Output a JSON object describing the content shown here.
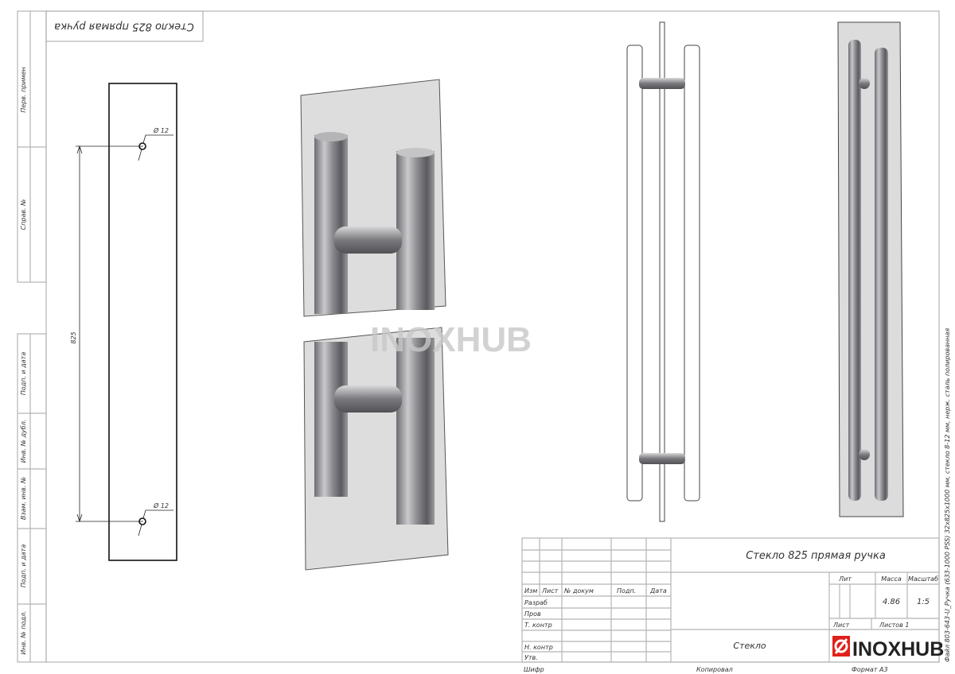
{
  "drawing": {
    "title": "Стекло 825 прямая ручка",
    "top_stamp": "Стекло 825 прямая ручка",
    "material": "Стекло",
    "side_caption": "Файл 803-643-U_Ручка (633-1000 PSS) 32x825x1000 мм, стекло 8-12 мм, нерж. сталь полированная",
    "watermark": "INOXHUB",
    "dimensions": {
      "length": "825",
      "hole_top": "Ø 12",
      "hole_bottom": "Ø 12"
    }
  },
  "left_strip": [
    "Перв. примен",
    "Справ. №",
    "Подп. и дата",
    "Инв. № дубл.",
    "Взам. инв. №",
    "Подп. и дата",
    "Инв. № подл."
  ],
  "title_block": {
    "headers": [
      "Изм",
      "Лист",
      "№ докум",
      "Подп.",
      "Дата"
    ],
    "roles": [
      "Разраб",
      "Пров",
      "Т. контр",
      "",
      "Н. контр",
      "Утв."
    ],
    "lit_label": "Лит",
    "mass_label": "Масса",
    "scale_label": "Масштаб",
    "mass": "4.86",
    "scale": "1:5",
    "sheet_label": "Лист",
    "sheets_label": "Листов 1",
    "logo": "INOXHUB",
    "logo_color": "#e0201b",
    "cipher": "Шифр",
    "copied": "Копировал",
    "format": "Формат А3"
  }
}
